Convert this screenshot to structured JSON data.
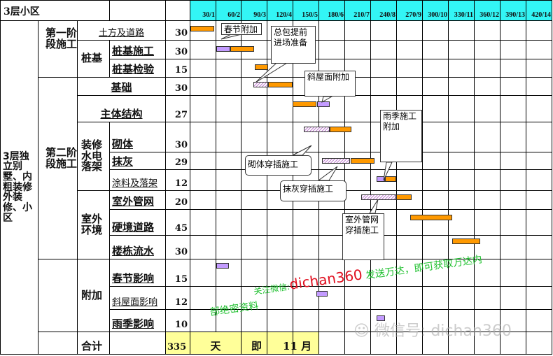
{
  "title": "3层小区",
  "chart_data": {
    "type": "gantt",
    "unit": "days",
    "x_ticks": [
      "30/1",
      "60/2",
      "90/3",
      "120/4",
      "150/5",
      "180/6",
      "210/7",
      "240/8",
      "270/9",
      "300/10",
      "330/11",
      "360/12",
      "390/13",
      "420/14"
    ],
    "xlim": [
      0,
      420
    ],
    "category": "3层独立别墅、内粗装修外装修、小区",
    "phases": [
      {
        "label": "第一阶段施工"
      },
      {
        "label": "第二阶段施工"
      }
    ],
    "groups": {
      "pile": "桩基",
      "finish": "装修水电落架",
      "outdoor": "室外环境",
      "extra": "附加",
      "total": "合计"
    },
    "tasks": [
      {
        "name": "土方及道路",
        "days": "30",
        "bars": [
          {
            "kind": "orange",
            "start": 0,
            "dur": 28
          }
        ]
      },
      {
        "name": "桩基施工",
        "days": "30",
        "bars": [
          {
            "kind": "purple",
            "start": 30,
            "dur": 16
          },
          {
            "kind": "orange",
            "start": 46,
            "dur": 28
          }
        ]
      },
      {
        "name": "桩基检验",
        "days": "15",
        "bars": [
          {
            "kind": "orange",
            "start": 75,
            "dur": 15
          }
        ]
      },
      {
        "name": "基础",
        "days": "30",
        "bars": [
          {
            "kind": "hatch",
            "start": 73,
            "dur": 17
          },
          {
            "kind": "orange",
            "start": 90,
            "dur": 29
          }
        ]
      },
      {
        "name": "主体结构",
        "days": "27",
        "bars": [
          {
            "kind": "orange",
            "start": 119,
            "dur": 27
          },
          {
            "kind": "purple",
            "start": 147,
            "dur": 15
          }
        ]
      },
      {
        "name": "砌体",
        "days": "30",
        "bars": [
          {
            "kind": "hatch",
            "start": 132,
            "dur": 30
          },
          {
            "kind": "orange",
            "start": 162,
            "dur": 25
          }
        ]
      },
      {
        "name": "抹灰",
        "days": "29",
        "bars": [
          {
            "kind": "hatch",
            "start": 153,
            "dur": 32
          },
          {
            "kind": "orange",
            "start": 186,
            "dur": 28
          }
        ]
      },
      {
        "name": "涂料及落架",
        "days": "12",
        "bars": [
          {
            "kind": "purple",
            "start": 216,
            "dur": 10
          },
          {
            "kind": "orange",
            "start": 226,
            "dur": 13
          }
        ]
      },
      {
        "name": "室外管网",
        "days": "20",
        "bars": [
          {
            "kind": "hatch",
            "start": 198,
            "dur": 41
          },
          {
            "kind": "orange",
            "start": 239,
            "dur": 18
          }
        ]
      },
      {
        "name": "硬境道路",
        "days": "45",
        "bars": [
          {
            "kind": "orange",
            "start": 255,
            "dur": 49
          }
        ]
      },
      {
        "name": "楼栋流水",
        "days": "30",
        "bars": [
          {
            "kind": "orange",
            "start": 304,
            "dur": 32
          }
        ]
      },
      {
        "name": "春节影响",
        "days": "15",
        "bars": [
          {
            "kind": "purple",
            "start": 30,
            "dur": 15
          }
        ]
      },
      {
        "name": "斜屋面影响",
        "days": "12",
        "bars": [
          {
            "kind": "purple",
            "start": 146,
            "dur": 13
          }
        ]
      },
      {
        "name": "雨季影响",
        "days": "10",
        "bars": [
          {
            "kind": "purple",
            "start": 216,
            "dur": 10
          }
        ]
      }
    ],
    "total": {
      "days": "335",
      "tian": "天",
      "ji": "即",
      "month": "11 月"
    },
    "annotations": [
      "春节附加",
      "总包提前进场准备",
      "斜屋面附加",
      "雨季施工附加",
      "砌体穿插施工",
      "抹灰穿插施工",
      "室外管网穿插施工"
    ]
  },
  "watermark": {
    "a": "关注微信:",
    "b": "dichan360",
    "c": "发送万达，即可获取万达内",
    "d": "部绝密资料",
    "e": "微信号: dichan360"
  },
  "colors": {
    "orange": "#ff9900",
    "purple": "#c39bff",
    "header": "#33f5f5",
    "total": "#ffff99"
  }
}
